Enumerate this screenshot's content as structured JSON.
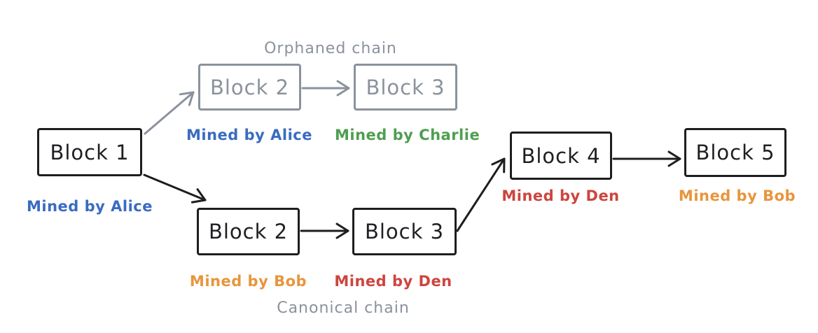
{
  "colors": {
    "ink": "#1e1e20",
    "muted_gray": "#8b929c",
    "blue": "#3a6bc1",
    "green": "#4f9e50",
    "orange": "#e8953c",
    "red": "#cd453e",
    "background": "#ffffff"
  },
  "chain_labels": {
    "orphaned": "Orphaned chain",
    "canonical": "Canonical chain"
  },
  "blocks": {
    "block1": {
      "label": "Block 1",
      "miner": "Mined by Alice",
      "chain": "shared"
    },
    "orphan_block2": {
      "label": "Block 2",
      "miner": "Mined by Alice",
      "chain": "orphaned"
    },
    "orphan_block3": {
      "label": "Block 3",
      "miner": "Mined by Charlie",
      "chain": "orphaned"
    },
    "canon_block2": {
      "label": "Block 2",
      "miner": "Mined by Bob",
      "chain": "canonical"
    },
    "canon_block3": {
      "label": "Block 3",
      "miner": "Mined by Den",
      "chain": "canonical"
    },
    "block4": {
      "label": "Block 4",
      "miner": "Mined by Den",
      "chain": "canonical"
    },
    "block5": {
      "label": "Block 5",
      "miner": "Mined by Bob",
      "chain": "canonical"
    }
  },
  "edges": [
    {
      "from": "block1",
      "to": "orphan_block2",
      "style": "gray"
    },
    {
      "from": "orphan_block2",
      "to": "orphan_block3",
      "style": "gray"
    },
    {
      "from": "block1",
      "to": "canon_block2",
      "style": "black"
    },
    {
      "from": "canon_block2",
      "to": "canon_block3",
      "style": "black"
    },
    {
      "from": "canon_block3",
      "to": "block4",
      "style": "black"
    },
    {
      "from": "block4",
      "to": "block5",
      "style": "black"
    }
  ]
}
